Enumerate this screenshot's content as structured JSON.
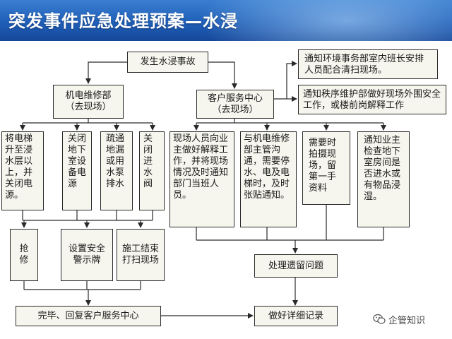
{
  "title": "突发事件应急处理预案—水浸",
  "nodes": {
    "start": "发生水浸事故",
    "notify_env": "通知环境事务部室内班长安排人员配合清扫现场。",
    "notify_order": "通知秩序维护部做好现场外围安全工作，或楼前岗解释工作",
    "mech_title": "机电维修部（去现场）",
    "cs_title": "客户服务中心（去现场）",
    "m1": "将电梯升至浸水层以上，并关闭电源。",
    "m2": "关闭地下室设备电源",
    "m3": "疏通地漏或用水泵排水",
    "m4": "关闭进水阀",
    "c1": "现场人员向业主做好解释工作，并将现场情况及时通知部门当班人员。",
    "c2": "与机电维修部主管沟通，需要停水、电及电梯时，及时张贴通知。",
    "c3": "需要时拍摄现场，留第一手资料",
    "c4": "通知业主检查地下室房间是否进水或有物品浸湿。",
    "rescue": "抢修",
    "warning": "设置安全警示牌",
    "cleanup": "施工结束打扫现场",
    "residual": "处理遗留问题",
    "finish": "完毕、回复客户服务中心",
    "record": "做好详细记录"
  },
  "watermark": {
    "text": "企管知识",
    "icon": "wechat-icon"
  },
  "colors": {
    "header": "#1f5fb8",
    "box_fill": "#f7f6ee",
    "line": "#2a2a2a"
  }
}
